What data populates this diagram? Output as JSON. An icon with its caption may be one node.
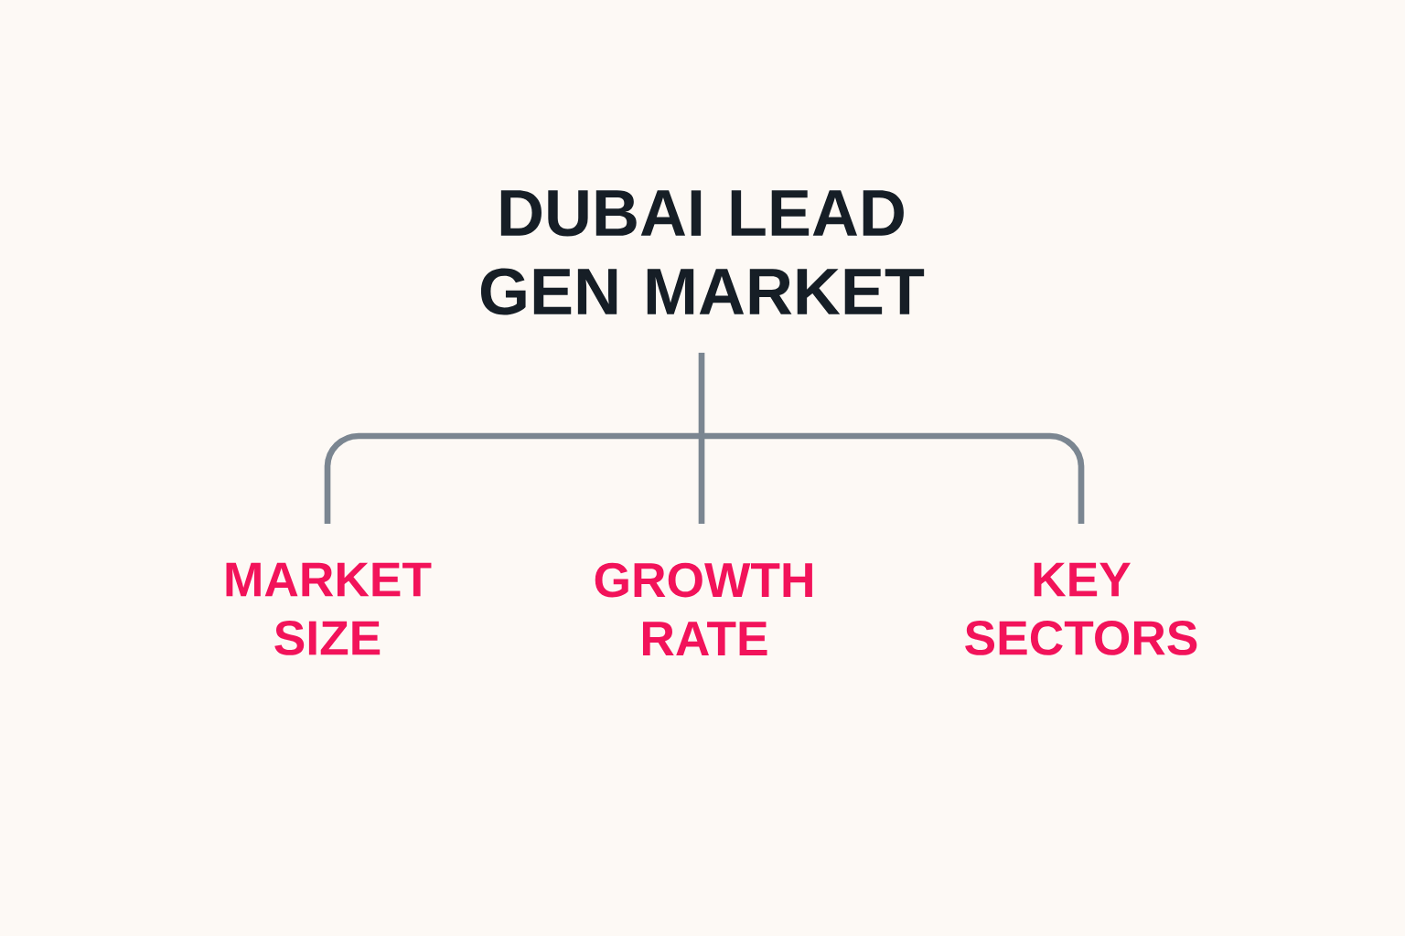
{
  "diagram": {
    "nodes": [
      {
        "text": [
          "DUBAI LEAD GEN MARKET"
        ]
      },
      {
        "text": [
          "MARKET SIZE"
        ]
      },
      {
        "text": [
          "GROWTH RATE"
        ]
      },
      {
        "text": [
          "KEY SECTORS"
        ]
      }
    ],
    "edges": [
      {
        "from": 0,
        "to": 1,
        "arrow": "none"
      },
      {
        "from": 0,
        "to": 2,
        "arrow": "none"
      },
      {
        "from": 0,
        "to": 3,
        "arrow": "none"
      }
    ]
  }
}
